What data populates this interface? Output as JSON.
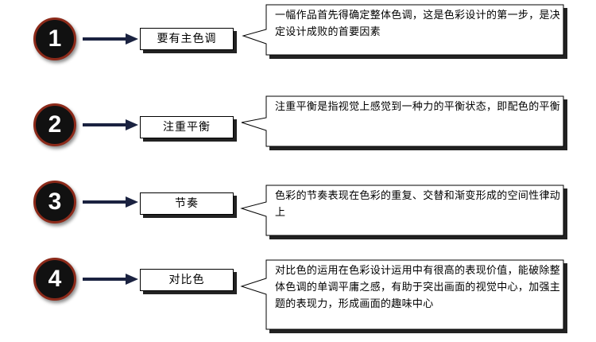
{
  "items": [
    {
      "number": "1",
      "title": "要有主色调",
      "description": "一幅作品首先得确定整体色调，这是色彩设计的第一步，是决定设计成败的首要因素"
    },
    {
      "number": "2",
      "title": "注重平衡",
      "description": "注重平衡是指视觉上感觉到一种力的平衡状态，即配色的平衡"
    },
    {
      "number": "3",
      "title": "节奏",
      "description": "色彩的节奏表现在色彩的重复、交替和渐变形成的空间性律动上"
    },
    {
      "number": "4",
      "title": "对比色",
      "description": "对比色的运用在色彩设计运用中有很高的表现价值，能破除整体色调的单调平庸之感，有助于突出画面的视觉中心，加强主题的表现力，形成画面的趣味中心"
    }
  ],
  "colors": {
    "circle_fill": "#111111",
    "circle_ring": "#8c2a1a",
    "arrow": "#1a2240",
    "shadow": "#222222"
  }
}
